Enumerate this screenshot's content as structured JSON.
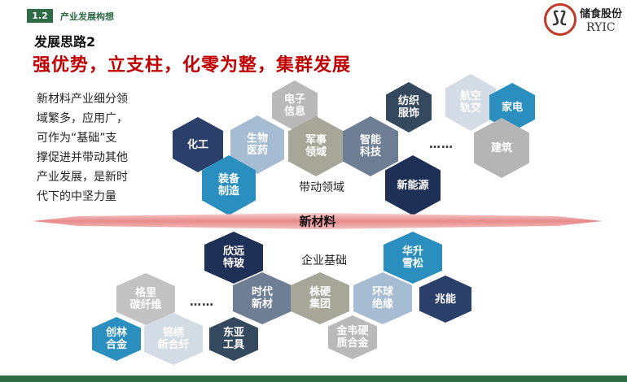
{
  "header": {
    "section_number": "1.2",
    "section_title": "产业发展构想",
    "subtitle": "发展思路2",
    "headline": "强优势，立支柱，化零为整，集群发展"
  },
  "logo": {
    "name_cn": "储食股份",
    "name_en": "RYIC"
  },
  "intro": "新材料产业细分领\n域繁多，应用广，\n可作为“基础”支\n撑促进并带动其他\n产业发展，是新时\n代下的中坚力量",
  "banner": "新材料",
  "top": {
    "label": "带动领域",
    "ellipsis": "……",
    "fields": [
      {
        "text": "电子\n信息",
        "color": "#b9b9b9"
      },
      {
        "text": "化工",
        "color": "#2b3f6b"
      },
      {
        "text": "生物\n医药",
        "color": "#a5bcd2"
      },
      {
        "text": "军事\n领域",
        "color": "#a6a798"
      },
      {
        "text": "智能\n科技",
        "color": "#6e7e94"
      },
      {
        "text": "纺织\n服饰",
        "color": "#34495e"
      },
      {
        "text": "航空\n轨交",
        "color": "#d3dbe4"
      },
      {
        "text": "家电",
        "color": "#2a8fbf"
      },
      {
        "text": "建筑",
        "color": "#b5b5b5"
      },
      {
        "text": "装备\n制造",
        "color": "#2a8fbf"
      },
      {
        "text": "新能源",
        "color": "#1f3056"
      }
    ]
  },
  "bottom": {
    "label": "企业基础",
    "ellipsis": "……",
    "companies": [
      {
        "text": "欣远\n特玻",
        "color": "#1f3056"
      },
      {
        "text": "华升\n雪松",
        "color": "#2a8fbf"
      },
      {
        "text": "格里\n碳纤维",
        "color": "#c2c2c2"
      },
      {
        "text": "时代\n新材",
        "color": "#6e7e94"
      },
      {
        "text": "株硬\n集团",
        "color": "#a6a798"
      },
      {
        "text": "环球\n绝缘",
        "color": "#a5bcd2"
      },
      {
        "text": "兆能",
        "color": "#2b3f6b"
      },
      {
        "text": "创林\n合金",
        "color": "#2a8fbf"
      },
      {
        "text": "锦绣\n新合纤",
        "color": "#d3dbe4"
      },
      {
        "text": "东亚\n工具",
        "color": "#34495e"
      },
      {
        "text": "金韦硬\n质合金",
        "color": "#b9b9b9"
      }
    ]
  }
}
